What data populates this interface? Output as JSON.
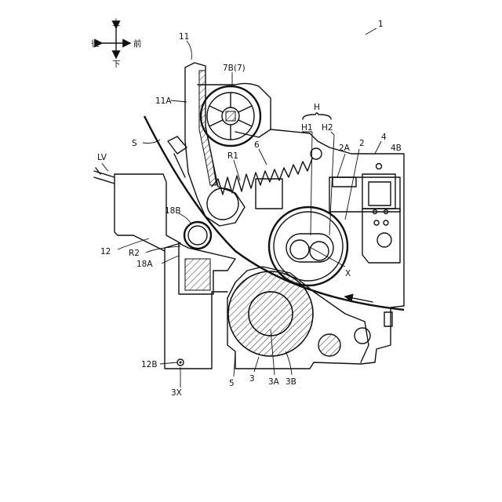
{
  "orientation": {
    "up": "上",
    "down": "下",
    "rear": "後",
    "front": "前"
  },
  "labels": {
    "device": "1",
    "lever": "11",
    "lever_arm": "11A",
    "gear": "7B(7)",
    "sheet": "S",
    "lever_unit": "LV",
    "spring_r1": "R1",
    "spring": "6",
    "heater": "H",
    "heater_h1": "H1",
    "heater_h2": "H2",
    "roller_2a": "2A",
    "roller_2": "2",
    "frame_4": "4",
    "frame_4b": "4B",
    "roller_18b": "18B",
    "arm_12": "12",
    "spring_r2": "R2",
    "guide_18a": "18A",
    "axis_x": "X",
    "hole_12b": "12B",
    "axis_3x": "3X",
    "frame_5": "5",
    "roller_3": "3",
    "core_3a": "3A",
    "layer_3b": "3B"
  }
}
